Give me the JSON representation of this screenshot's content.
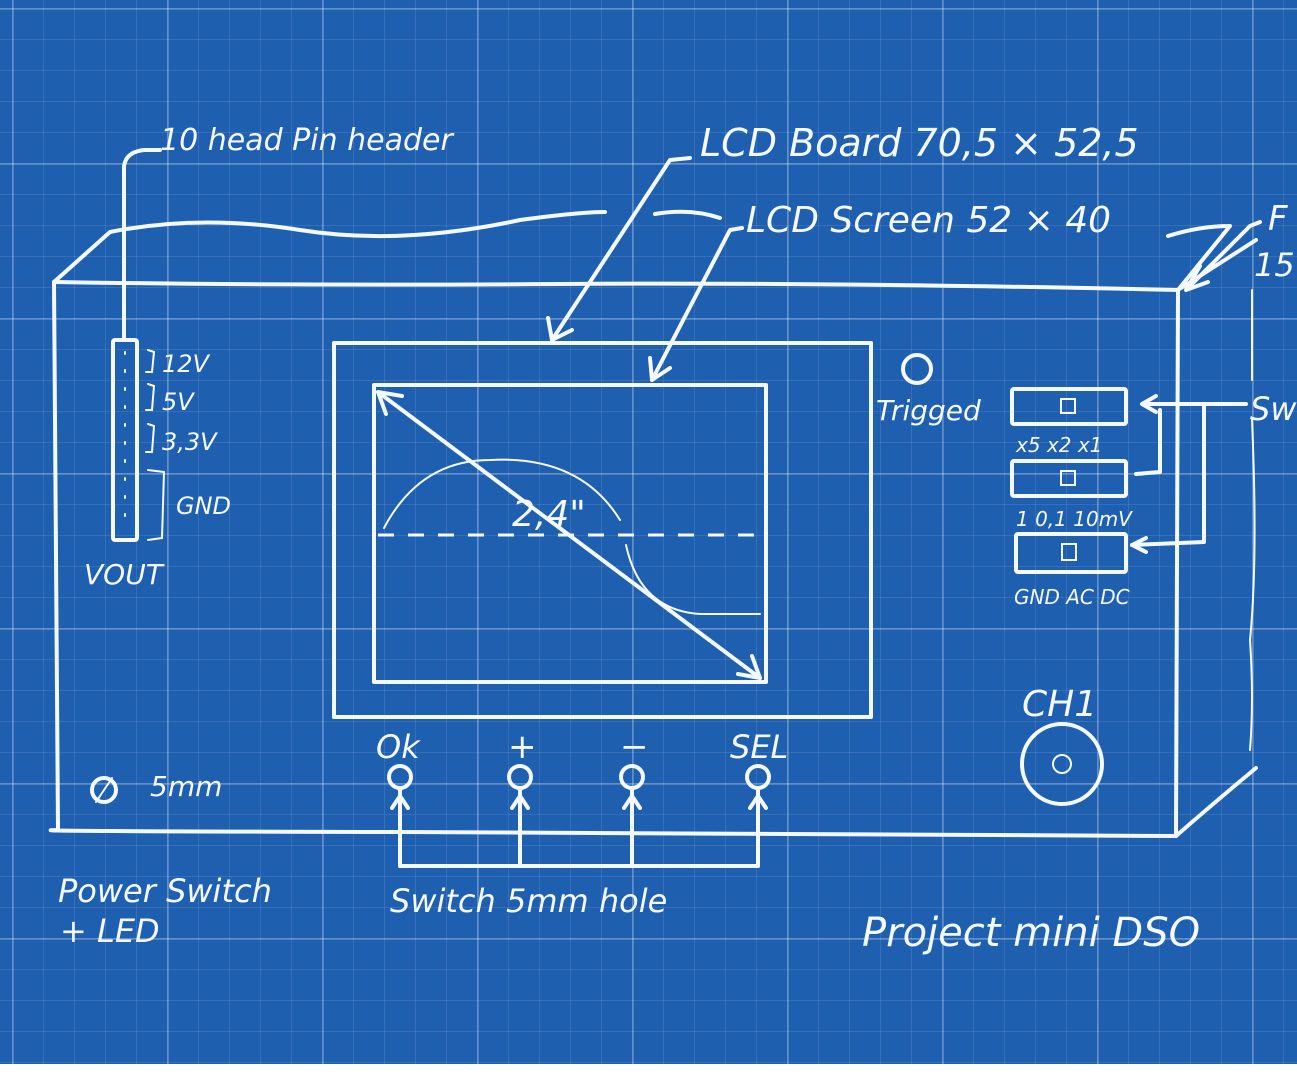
{
  "sketch": {
    "pin_header": "10 head Pin header",
    "lcd_board": "LCD Board  70,5 × 52,5",
    "lcd_screen": "LCD Screen  52 × 40",
    "top_right": "F",
    "top_right_dim": "15",
    "side_label": "Sw",
    "pins": {
      "v12": "12V",
      "v5": "5V",
      "v33": "3,3V",
      "gnd": "GND",
      "vout": "VOUT"
    },
    "trigged": "Trigged",
    "selectors": {
      "multiplier": "x5 x2 x1",
      "volts": "1  0,1 10mV",
      "coupling": "GND AC DC"
    },
    "ch1": "CH1",
    "buttons": {
      "ok": "Ok",
      "plus": "+",
      "minus": "−",
      "sel": "SEL"
    },
    "power_hole": "5mm",
    "power_switch": "Power Switch",
    "power_led": "+ LED",
    "switch_hole": "Switch  5mm hole",
    "project": "Project mini DSO",
    "screen_sketch": "2,4\""
  }
}
